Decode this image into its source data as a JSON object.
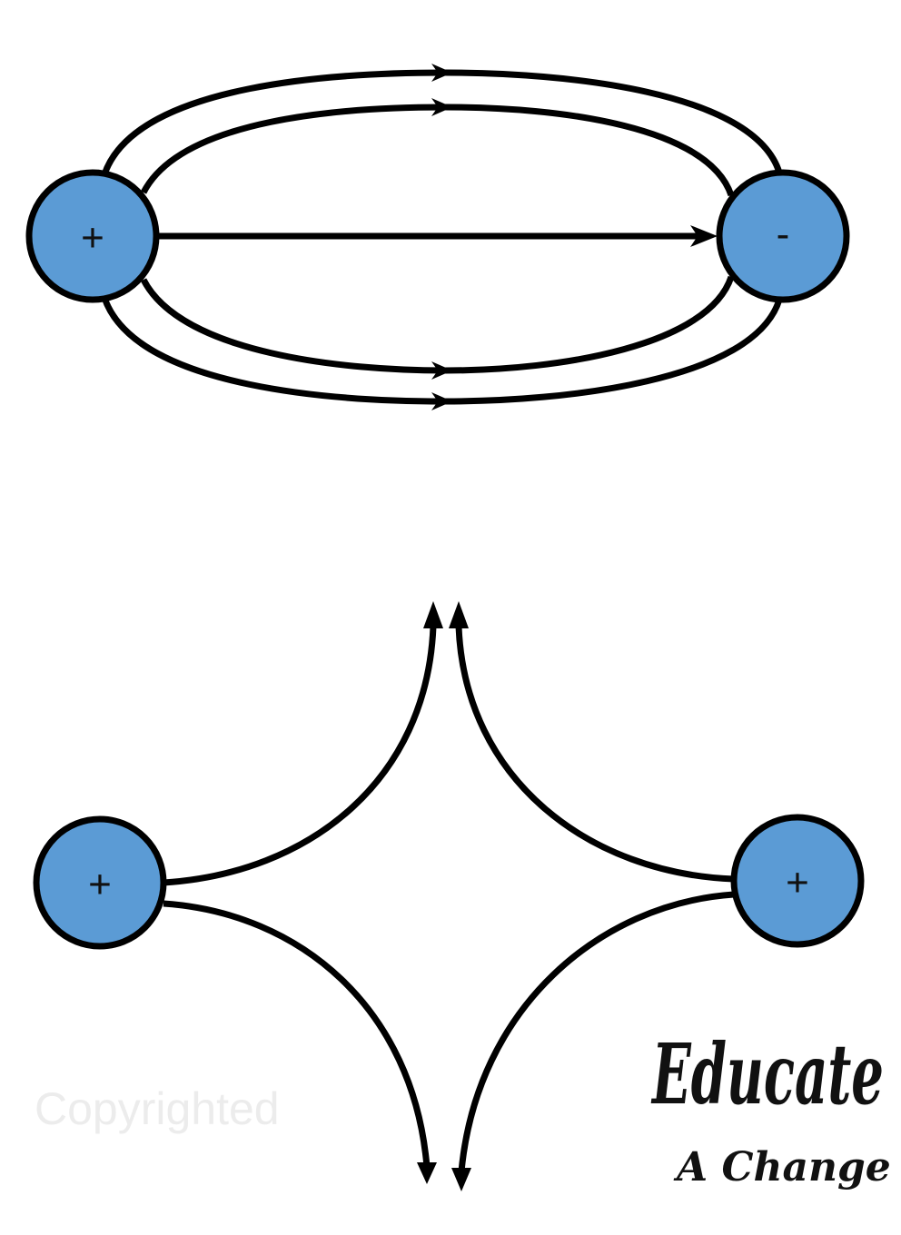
{
  "watermark": {
    "text": "EDUCATE A CHANGE",
    "copyright": "Copyrighted"
  },
  "logo": {
    "line1": "Educate",
    "line2": "A Change"
  },
  "diagram_top": {
    "title": "Opposite charges field lines",
    "left_charge": "+",
    "right_charge": "-"
  },
  "diagram_bottom": {
    "title": "Like charges field lines",
    "left_charge": "+",
    "right_charge": "+"
  },
  "colors": {
    "charge_fill": "#5b9bd5",
    "line": "#000000",
    "watermark": "#ececec"
  }
}
